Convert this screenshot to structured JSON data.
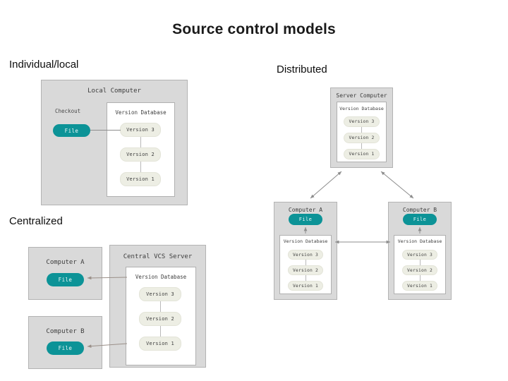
{
  "slide": {
    "title": "Source control models",
    "sections": {
      "individual": "Individual/local",
      "distributed": "Distributed",
      "centralized": "Centralized"
    }
  },
  "colors": {
    "file_pill": "#0c9397",
    "version_pill": "#edeee4",
    "computer_box": "#d9d9d9",
    "database_box": "#ffffff",
    "connector": "#8d8d8d"
  },
  "labels": {
    "local_computer": "Local Computer",
    "server_computer": "Server Computer",
    "central_vcs_server": "Central VCS Server",
    "computer_a": "Computer A",
    "computer_b": "Computer B",
    "version_database": "Version Database",
    "checkout": "Checkout",
    "file": "File",
    "version_3": "Version 3",
    "version_2": "Version 2",
    "version_1": "Version 1"
  },
  "diagrams": {
    "individual_local": {
      "container": "Local Computer",
      "checkout_label": "Checkout",
      "working_file": "File",
      "database_title": "Version Database",
      "versions": [
        "Version 3",
        "Version 2",
        "Version 1"
      ]
    },
    "centralized": {
      "clients": [
        {
          "name": "Computer A",
          "file": "File"
        },
        {
          "name": "Computer B",
          "file": "File"
        }
      ],
      "server": {
        "name": "Central VCS Server",
        "database_title": "Version Database",
        "versions": [
          "Version 3",
          "Version 2",
          "Version 1"
        ]
      }
    },
    "distributed": {
      "server": {
        "name": "Server Computer",
        "database_title": "Version Database",
        "versions": [
          "Version 3",
          "Version 2",
          "Version 1"
        ]
      },
      "peers": [
        {
          "name": "Computer A",
          "file": "File",
          "database_title": "Version Database",
          "versions": [
            "Version 3",
            "Version 2",
            "Version 1"
          ]
        },
        {
          "name": "Computer B",
          "file": "File",
          "database_title": "Version Database",
          "versions": [
            "Version 3",
            "Version 2",
            "Version 1"
          ]
        }
      ]
    }
  }
}
